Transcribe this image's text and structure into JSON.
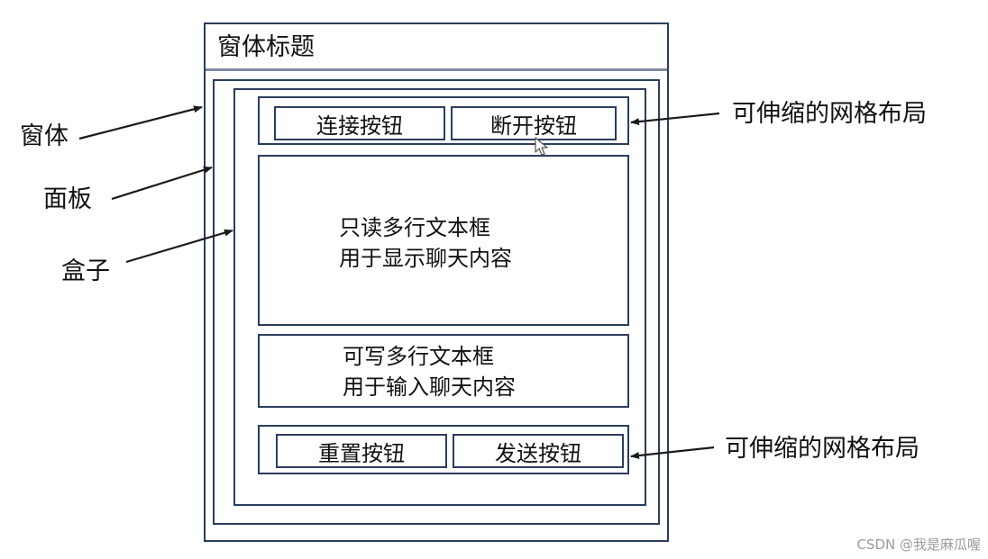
{
  "window": {
    "title": "窗体标题"
  },
  "top_grid": {
    "connect_button": "连接按钮",
    "disconnect_button": "断开按钮"
  },
  "chat_display": {
    "line1": "只读多行文本框",
    "line2": "用于显示聊天内容"
  },
  "chat_input": {
    "line1": "可写多行文本框",
    "line2": "用于输入聊天内容"
  },
  "bottom_grid": {
    "reset_button": "重置按钮",
    "send_button": "发送按钮"
  },
  "labels": {
    "window": "窗体",
    "panel": "面板",
    "box": "盒子",
    "top_grid": "可伸缩的网格布局",
    "bottom_grid": "可伸缩的网格布局"
  },
  "watermark": "CSDN @我是麻瓜喔",
  "colors": {
    "border": "#2b3d5e",
    "arrow": "#1a1a1a"
  }
}
